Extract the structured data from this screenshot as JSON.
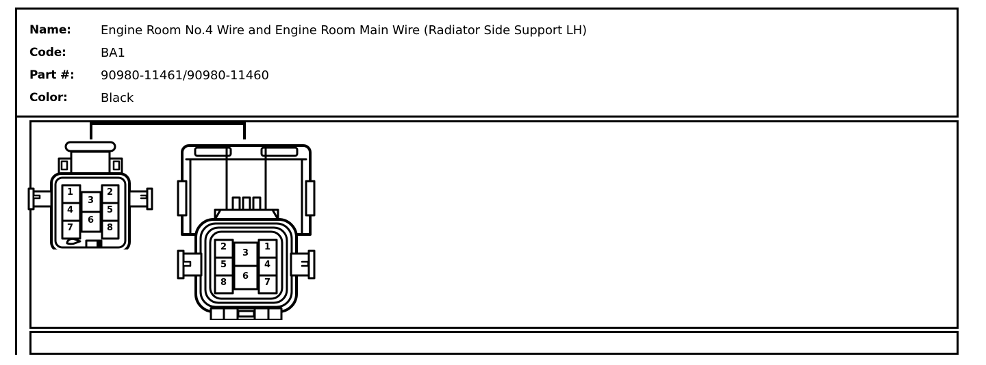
{
  "header": {
    "fields": [
      {
        "label": "Name:",
        "value": "Engine Room No.4 Wire and Engine Room Main Wire (Radiator Side Support LH)"
      },
      {
        "label": "Code:",
        "value": "BA1"
      },
      {
        "label": "Part #:",
        "value": "90980-11461/90980-11460"
      },
      {
        "label": "Color:",
        "value": "Black"
      }
    ]
  },
  "diagram": {
    "pair_bracket": true,
    "connectors": [
      {
        "name": "female-connector-view",
        "part_number": "90980-11461",
        "pin_count": 8,
        "columns": [
          {
            "name": "left-column",
            "pins": [
              "1",
              "4",
              "7"
            ]
          },
          {
            "name": "center-column",
            "pins": [
              "3",
              "6"
            ]
          },
          {
            "name": "right-column",
            "pins": [
              "2",
              "5",
              "8"
            ]
          }
        ],
        "pins": [
          "1",
          "4",
          "7",
          "3",
          "6",
          "2",
          "5",
          "8"
        ]
      },
      {
        "name": "male-connector-view",
        "part_number": "90980-11460",
        "pin_count": 8,
        "columns": [
          {
            "name": "left-column",
            "pins": [
              "2",
              "5",
              "8"
            ]
          },
          {
            "name": "center-column",
            "pins": [
              "3",
              "6"
            ]
          },
          {
            "name": "right-column",
            "pins": [
              "1",
              "4",
              "7"
            ]
          }
        ],
        "pins": [
          "2",
          "5",
          "8",
          "3",
          "6",
          "1",
          "4",
          "7"
        ]
      }
    ]
  },
  "colors": {
    "line": "#000000",
    "background": "#ffffff"
  }
}
